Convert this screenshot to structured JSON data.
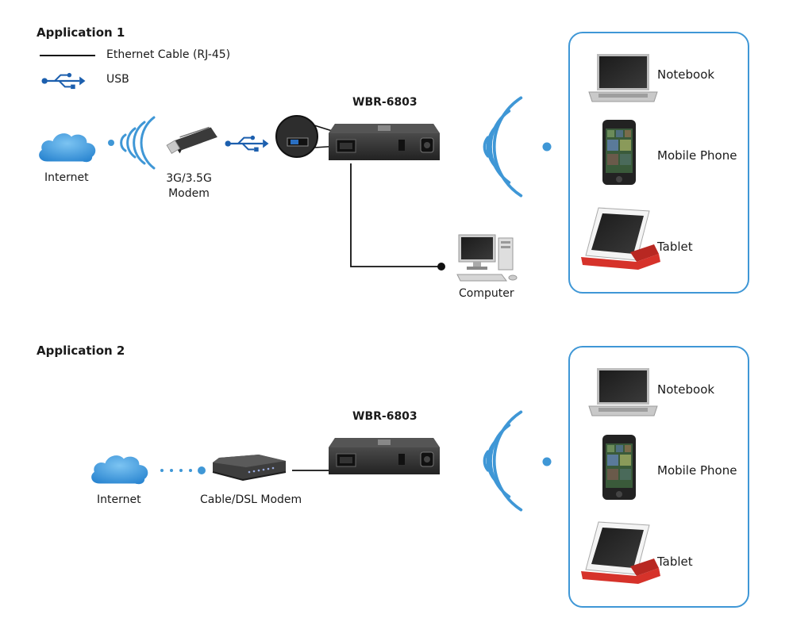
{
  "app1": {
    "title": "Application 1",
    "legend": {
      "ethernet": "Ethernet Cable (RJ-45)",
      "usb": "USB"
    },
    "internet": "Internet",
    "modem_line1": "3G/3.5G",
    "modem_line2": "Modem",
    "router": "WBR-6803",
    "computer": "Computer",
    "devices": {
      "notebook": "Notebook",
      "mobile": "Mobile Phone",
      "tablet": "Tablet"
    }
  },
  "app2": {
    "title": "Application 2",
    "internet": "Internet",
    "modem": "Cable/DSL Modem",
    "router": "WBR-6803",
    "devices": {
      "notebook": "Notebook",
      "mobile": "Mobile Phone",
      "tablet": "Tablet"
    }
  },
  "colors": {
    "accent": "#3f97d6",
    "usb": "#1c5fae",
    "device": "#2f2f2f",
    "tablet_stand": "#d6322a"
  }
}
